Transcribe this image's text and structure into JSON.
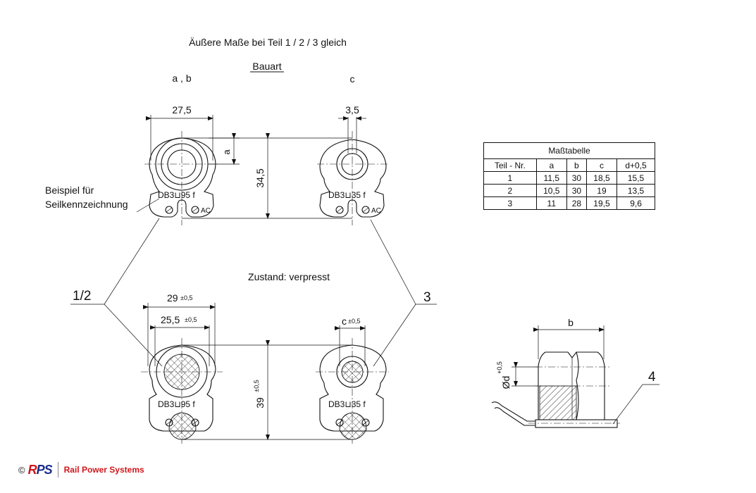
{
  "title": "Äußere Maße bei Teil 1 / 2 / 3 gleich",
  "bauart_label": "Bauart",
  "variant_ab": "a , b",
  "variant_c": "c",
  "dims_top": {
    "width_ab": "27,5",
    "width_c": "3,5",
    "height": "34,5",
    "a": "a"
  },
  "marking": {
    "ab": "DB3⊔95 f",
    "c": "DB3⊔35 f",
    "ac": "AC"
  },
  "example_note": {
    "line1": "Beispiel für",
    "line2": "Seilkennzeichnung"
  },
  "state_label": "Zustand: verpresst",
  "dims_bottom": {
    "w1": "29",
    "w1_tol": "±0,5",
    "w2": "25,5",
    "w2_tol": "±0,5",
    "c": "c",
    "c_tol": "±0,5",
    "height": "39",
    "height_tol": "±0,5"
  },
  "part_labels": {
    "left": "1/2",
    "right": "3",
    "side": "4"
  },
  "side_view": {
    "b": "b",
    "d": "Ød",
    "d_tol": "+0,5"
  },
  "table": {
    "title": "Maßtabelle",
    "headers": [
      "Teil - Nr.",
      "a",
      "b",
      "c",
      "d+0,5"
    ],
    "rows": [
      [
        "1",
        "11,5",
        "30",
        "18,5",
        "15,5"
      ],
      [
        "2",
        "10,5",
        "30",
        "19",
        "13,5"
      ],
      [
        "3",
        "11",
        "28",
        "19,5",
        "9,6"
      ]
    ]
  },
  "footer": {
    "copyright": "©",
    "logo_r": "R",
    "logo_ps": "PS",
    "company": "Rail Power Systems"
  }
}
